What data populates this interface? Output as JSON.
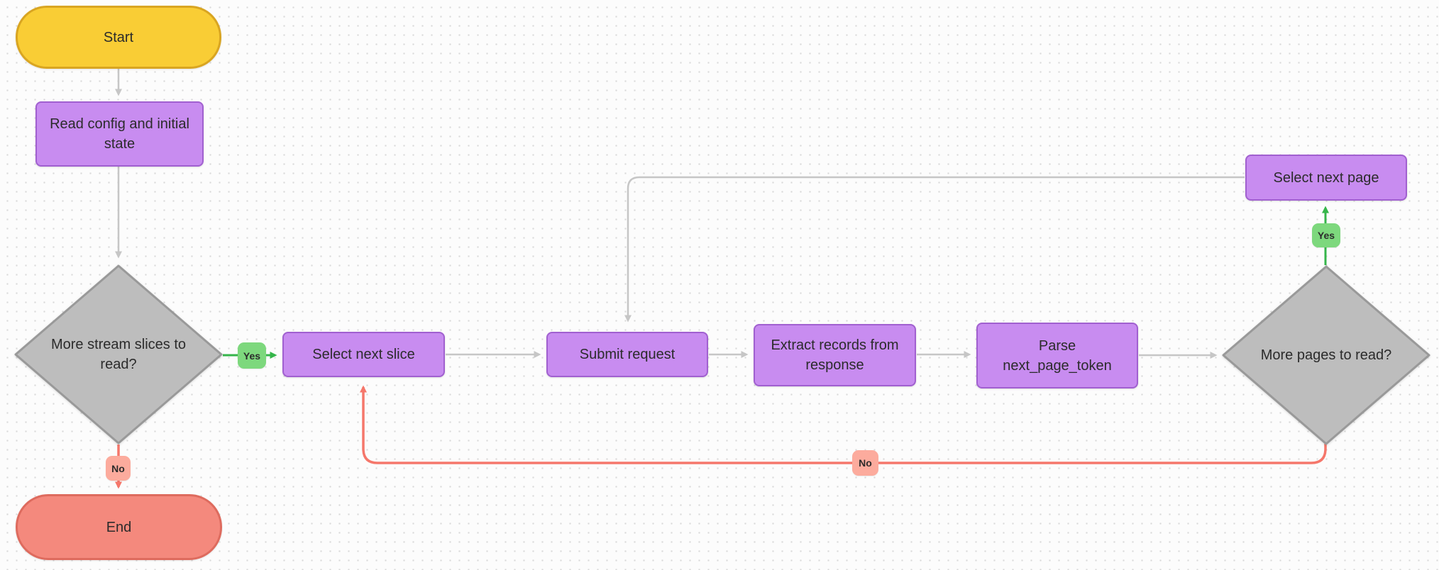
{
  "colors": {
    "canvas_bg": "#fcfcfc",
    "dot": "#d9d9d9",
    "edge_gray": "#c6c6c6",
    "edge_green": "#35b54a",
    "edge_red": "#f5776b",
    "start_fill": "#f9cd35",
    "start_border": "#d9a521",
    "process_fill": "#c88cf0",
    "process_border": "#a160d0",
    "decision_fill": "#bdbdbd",
    "decision_border": "#999999",
    "yes_fill": "#7dd87d",
    "no_fill": "#fcab9d",
    "end_fill": "#f4897d",
    "end_border": "#de6b5e",
    "text": "#2b2b2b"
  },
  "nodes": {
    "start": {
      "label": "Start"
    },
    "read_config": {
      "label": "Read config and initial state"
    },
    "more_slices": {
      "label": "More stream slices to read?"
    },
    "select_next_slice": {
      "label": "Select next slice"
    },
    "submit_request": {
      "label": "Submit request"
    },
    "extract_records": {
      "label": "Extract records from response"
    },
    "parse_token": {
      "label": "Parse\nnext_page_token"
    },
    "more_pages": {
      "label": "More pages to read?"
    },
    "select_next_page": {
      "label": "Select next page"
    },
    "end": {
      "label": "End"
    }
  },
  "edge_labels": {
    "slices_yes": {
      "label": "Yes"
    },
    "slices_no": {
      "label": "No"
    },
    "pages_yes": {
      "label": "Yes"
    },
    "pages_no": {
      "label": "No"
    }
  }
}
